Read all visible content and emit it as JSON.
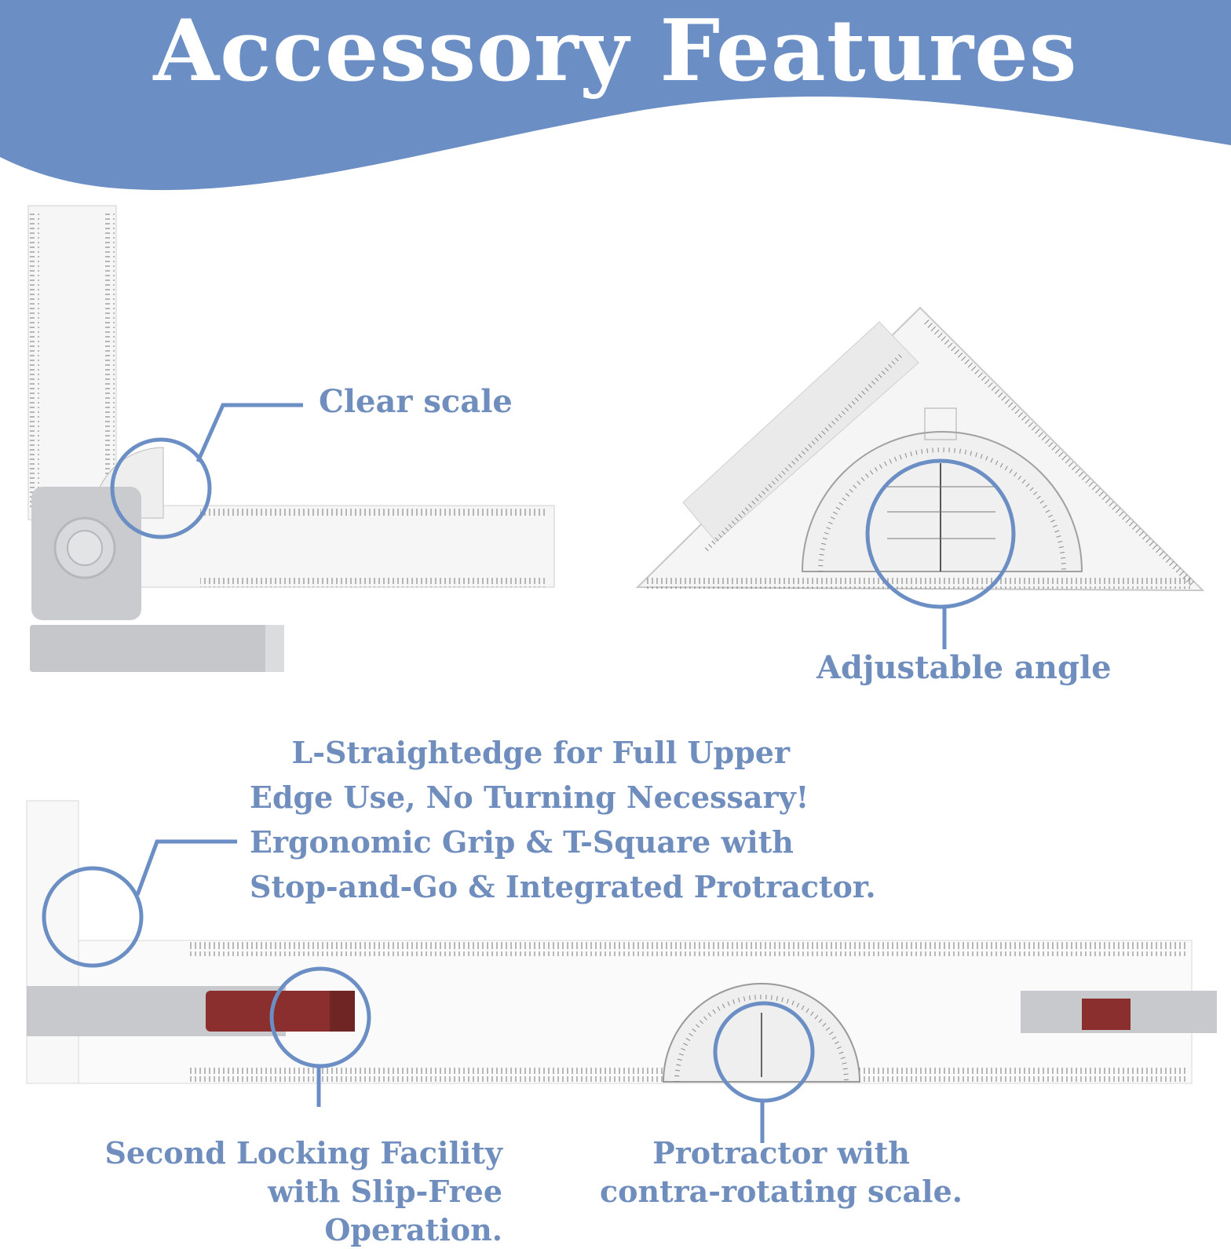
{
  "header": {
    "title": "Accessory Features",
    "banner_color": "#6b8ec4"
  },
  "callouts": {
    "clear_scale": "Clear scale",
    "adjustable_angle": "Adjustable angle",
    "l_straightedge": [
      "L-Straightedge for Full Upper",
      "Edge Use, No Turning Necessary!",
      "Ergonomic Grip & T-Square with",
      "Stop-and-Go & Integrated Protractor."
    ],
    "locking_facility": [
      "Second Locking Facility",
      "with Slip-Free Operation."
    ],
    "protractor": [
      "Protractor with",
      "contra-rotating scale."
    ],
    "text_color": "#6f8dbd",
    "circle_color": "#6b8ec4"
  },
  "icons": {
    "l_ruler": "l-square-ruler-icon",
    "set_square": "set-square-protractor-icon",
    "t_square": "t-square-ruler-icon"
  }
}
